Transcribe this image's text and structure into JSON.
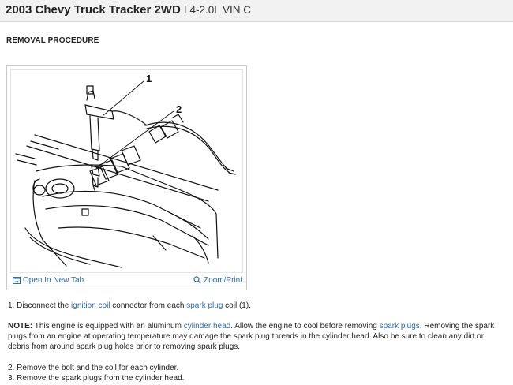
{
  "header": {
    "title": "2003 Chevy Truck Tracker 2WD",
    "subtitle": "L4-2.0L VIN C"
  },
  "section": {
    "heading": "REMOVAL PROCEDURE"
  },
  "figure": {
    "callouts": [
      "1",
      "2"
    ],
    "open_label": "Open In New Tab",
    "zoom_label": "Zoom/Print",
    "open_icon": "open-in-new-tab-icon",
    "zoom_icon": "magnifier-icon"
  },
  "steps": {
    "step1": {
      "a": "1. Disconnect the ",
      "link1": "ignition coil",
      "b": " connector from each ",
      "link2": "spark plug",
      "c": " coil (1)."
    },
    "note": {
      "label": "NOTE:",
      "a": " This engine is equipped with an aluminum ",
      "link1": "cylinder head",
      "b": ". Allow the engine to cool before removing ",
      "link2": "spark plugs",
      "c": ". Removing the spark plugs from an engine at operating temperature may damage the spark plug threads in the cylinder head. Also be sure to clean any dirt or debris from around spark plug holes prior to removing spark plugs."
    },
    "step2": "2. Remove the bolt and the coil for each cylinder.",
    "step3": "3. Remove the spark plugs from the cylinder head."
  },
  "colors": {
    "link": "#2b6cb0",
    "header_bg": "#f2f2f2"
  }
}
